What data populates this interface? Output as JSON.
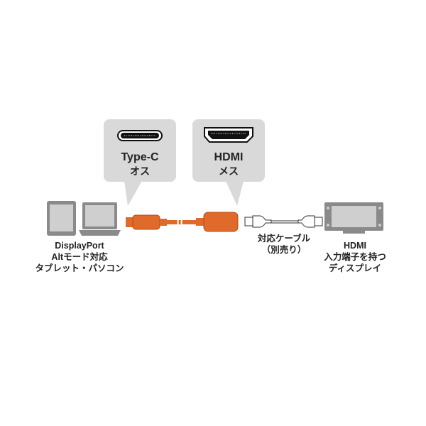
{
  "bubbles": [
    {
      "title": "Type-C",
      "subtitle": "オス"
    },
    {
      "title": "HDMI",
      "subtitle": "メス"
    }
  ],
  "labels": {
    "source": [
      "DisplayPort",
      "Altモード対応",
      "タブレット・パソコン"
    ],
    "cable": [
      "対応ケーブル",
      "（別売り）"
    ],
    "display": [
      "HDMI",
      "入力端子を持つ",
      "ディスプレイ"
    ]
  },
  "colors": {
    "orange": "#e06a2a",
    "bubble": "#d9d9d9",
    "device": "#8a8a8a"
  }
}
